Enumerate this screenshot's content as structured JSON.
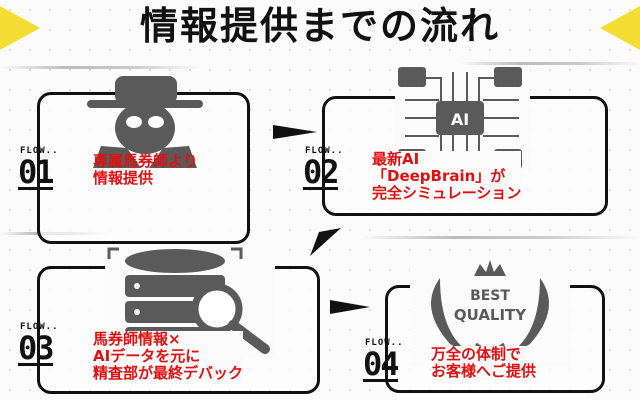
{
  "title": "情報提供までの流れ",
  "colors": {
    "accent": "#f5dc32",
    "text_red": "#e01010",
    "icon_gray": "#5a5a5a"
  },
  "steps": [
    {
      "flow": "FLOW..",
      "number": "01",
      "lines": [
        "専属馬券師より",
        "情報提供"
      ],
      "icon": "spy-icon"
    },
    {
      "flow": "FLOW..",
      "number": "02",
      "lines": [
        "最新AI",
        "「DeepBrain」が",
        "完全シミュレーション"
      ],
      "icon": "ai-chip-icon",
      "icon_text": "AI"
    },
    {
      "flow": "FLOW..",
      "number": "03",
      "lines": [
        "馬券師情報×",
        "AIデータを元に",
        "精査部が最終デバック"
      ],
      "icon": "database-search-icon"
    },
    {
      "flow": "FLOW..",
      "number": "04",
      "lines": [
        "万全の体制で",
        "お客様へご提供"
      ],
      "icon": "best-quality-icon",
      "icon_text": [
        "BEST",
        "QUALITY"
      ]
    }
  ]
}
